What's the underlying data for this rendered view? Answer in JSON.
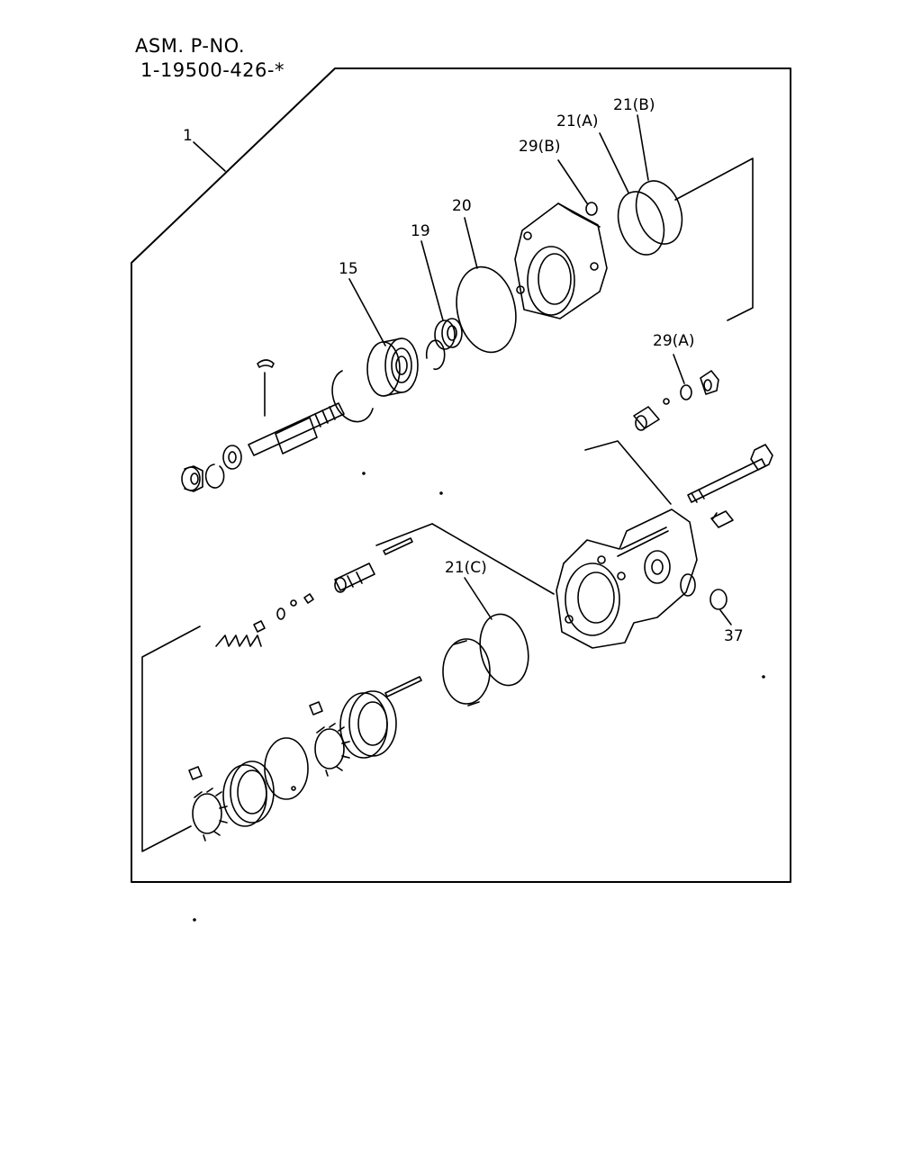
{
  "header": {
    "asm_label": "ASM. P-NO.",
    "part_number": "1-19500-426-*"
  },
  "callouts": {
    "c1": "1",
    "c15": "15",
    "c19": "19",
    "c20": "20",
    "c21a": "21(A)",
    "c21b": "21(B)",
    "c21c": "21(C)",
    "c29a": "29(A)",
    "c29b": "29(B)",
    "c37": "37"
  }
}
